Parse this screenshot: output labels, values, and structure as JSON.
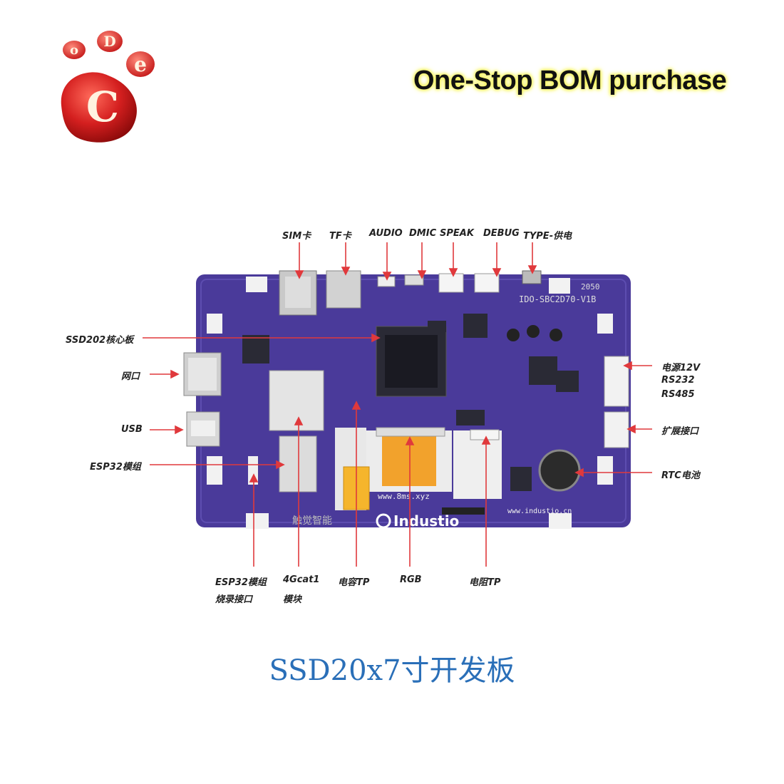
{
  "logo": {
    "letters": [
      "o",
      "D",
      "e",
      "C"
    ]
  },
  "tagline": "One-Stop BOM purchase",
  "board": {
    "model_text": "IDO-SBC2D70-V1B",
    "year_text": "2050",
    "url_left": "www.8ms.xyz",
    "brand": "Industio",
    "url_right": "www.industio.cn",
    "silk_cn": "触觉智能"
  },
  "labels": {
    "top": [
      "SIM卡",
      "TF卡",
      "AUDIO",
      "DMIC",
      "SPEAK",
      "DEBUG",
      "TYPE-供电"
    ],
    "left": [
      "SSD202核心板",
      "网口",
      "USB",
      "ESP32模组"
    ],
    "right": [
      "电源12V",
      "RS232",
      "RS485",
      "扩展接口",
      "RTC电池"
    ],
    "bottom": [
      "ESP32模组",
      "烧录接口",
      "4Gcat1",
      "模块",
      "电容TP",
      "RGB",
      "电阻TP"
    ]
  },
  "colors": {
    "pcb": "#4a3a9a",
    "leader": "#e0393c",
    "caption": "#2a6fb8",
    "tagline_glow": "#f4f25a",
    "logo_red": "#d41f1f"
  },
  "caption": "SSD20x7寸开发板"
}
